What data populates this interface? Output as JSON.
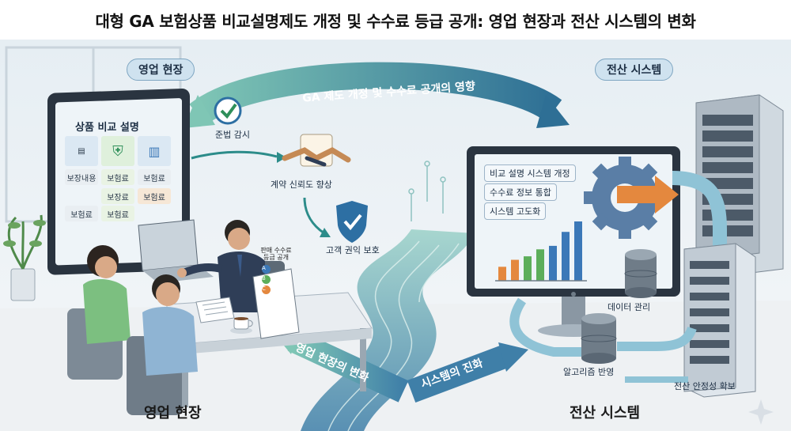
{
  "title": "대형 GA 보험상품 비교설명제도 개정 및 수수료 등급 공개: 영업 현장과 전산 시스템의 변화",
  "left_header": "영업 현장",
  "right_header": "전산 시스템",
  "top_arrow_label": "GA 제도 개정 및 수수료 공개의 영향",
  "tablet": {
    "heading": "상품 비교 설명",
    "tiles": [
      "보장내용",
      "보험료",
      "보험료",
      "보장료",
      "보험료",
      "보험료",
      "보험료"
    ]
  },
  "process": {
    "compliance": "준법 감시",
    "trust": "계약 신뢰도 향상",
    "protection": "고객 권익 보호"
  },
  "sign": {
    "line1": "판매 수수료",
    "line2": "등급 공개",
    "grades": [
      "A",
      "B",
      "C"
    ]
  },
  "monitor": {
    "rows": [
      "비교 설명 시스템 개정",
      "수수료 정보 통합",
      "시스템 고도화"
    ]
  },
  "bottom_arrows": {
    "left": "영업 현장의 변화",
    "right": "시스템의 진화"
  },
  "system_labels": {
    "data": "데이터 관리",
    "algorithm": "알고리즘 반영",
    "stability": "전산 안정성 확보"
  },
  "footer_left": "영업 현장",
  "footer_right": "전산 시스템",
  "chart_data": {
    "type": "bar",
    "values": [
      2,
      3,
      3.5,
      4.5,
      5,
      7,
      8.5
    ],
    "colors": [
      "#e4883e",
      "#e4883e",
      "#5cae5a",
      "#5cae5a",
      "#3b78b8",
      "#3b78b8",
      "#3b78b8"
    ]
  }
}
